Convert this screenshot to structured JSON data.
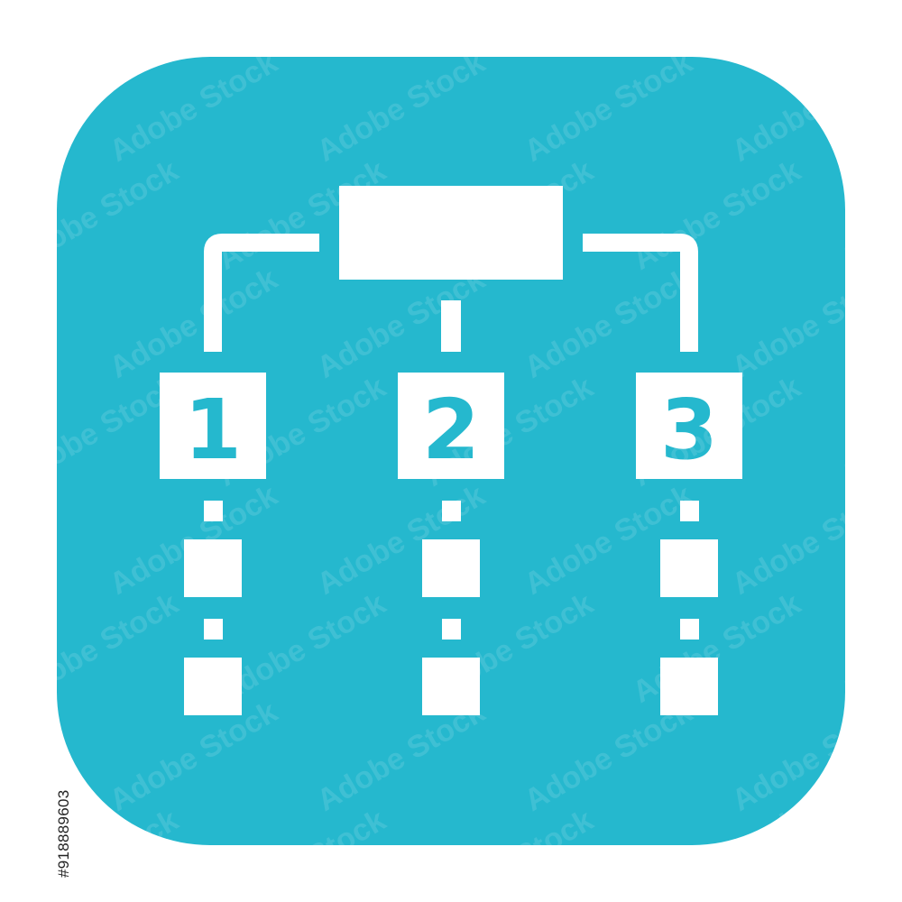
{
  "icon": {
    "name": "hierarchy-flowchart-icon",
    "background_color": "#25B8CE",
    "foreground_color": "#FFFFFF",
    "nodes": [
      {
        "label": "1"
      },
      {
        "label": "2"
      },
      {
        "label": "3"
      }
    ]
  },
  "watermark": {
    "text": "Adobe Stock"
  },
  "stock_id": "#918889603"
}
